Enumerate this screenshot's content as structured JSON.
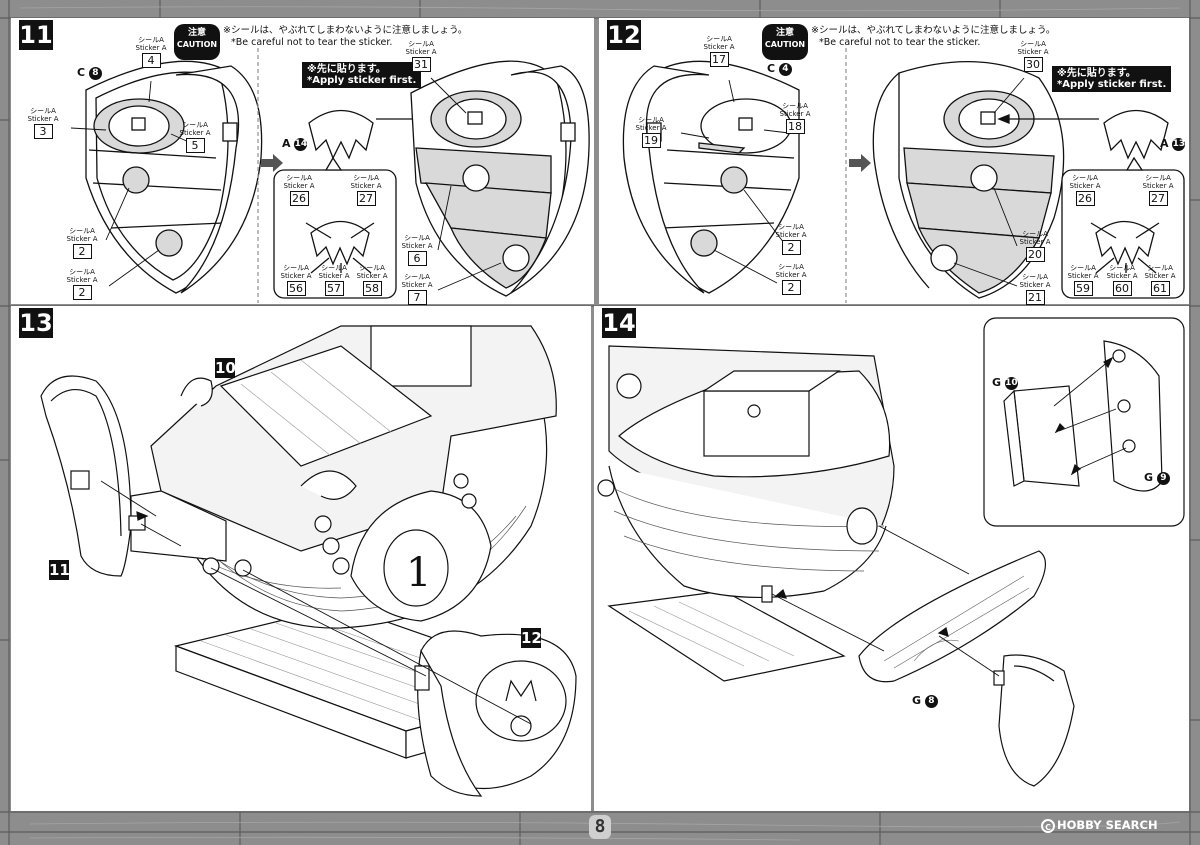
{
  "page_number": "8",
  "watermark": "HOBBY SEARCH",
  "step11": {
    "step": "11",
    "caution_jp": "注意",
    "caution_en": "CAUTION",
    "note_jp": "※シールは、やぶれてしまわないように注意しましょう。",
    "note_en": "*Be careful not to tear the sticker.",
    "part_letter": "C",
    "part_num": "8",
    "apply_jp": "※先に貼ります。",
    "apply_en": "*Apply sticker first.",
    "sub_part_letter": "A",
    "sub_part_num": "14",
    "stickers": [
      {
        "jp": "シールA",
        "en": "Sticker A",
        "num": "4"
      },
      {
        "jp": "シールA",
        "en": "Sticker A",
        "num": "3"
      },
      {
        "jp": "シールA",
        "en": "Sticker A",
        "num": "5"
      },
      {
        "jp": "シールA",
        "en": "Sticker A",
        "num": "2"
      },
      {
        "jp": "シールA",
        "en": "Sticker A",
        "num": "2"
      },
      {
        "jp": "シールA",
        "en": "Sticker A",
        "num": "31"
      },
      {
        "jp": "シールA",
        "en": "Sticker A",
        "num": "26"
      },
      {
        "jp": "シールA",
        "en": "Sticker A",
        "num": "27"
      },
      {
        "jp": "シールA",
        "en": "Sticker A",
        "num": "56"
      },
      {
        "jp": "シールA",
        "en": "Sticker A",
        "num": "57"
      },
      {
        "jp": "シールA",
        "en": "Sticker A",
        "num": "58"
      },
      {
        "jp": "シールA",
        "en": "Sticker A",
        "num": "6"
      },
      {
        "jp": "シールA",
        "en": "Sticker A",
        "num": "7"
      }
    ]
  },
  "step12": {
    "step": "12",
    "caution_jp": "注意",
    "caution_en": "CAUTION",
    "note_jp": "※シールは、やぶれてしまわないように注意しましょう。",
    "note_en": "*Be careful not to tear the sticker.",
    "part_letter": "C",
    "part_num": "4",
    "apply_jp": "※先に貼ります。",
    "apply_en": "*Apply sticker first.",
    "sub_part_letter": "A",
    "sub_part_num": "13",
    "stickers": [
      {
        "jp": "シールA",
        "en": "Sticker A",
        "num": "17"
      },
      {
        "jp": "シールA",
        "en": "Sticker A",
        "num": "19"
      },
      {
        "jp": "シールA",
        "en": "Sticker A",
        "num": "18"
      },
      {
        "jp": "シールA",
        "en": "Sticker A",
        "num": "2"
      },
      {
        "jp": "シールA",
        "en": "Sticker A",
        "num": "2"
      },
      {
        "jp": "シールA",
        "en": "Sticker A",
        "num": "30"
      },
      {
        "jp": "シールA",
        "en": "Sticker A",
        "num": "20"
      },
      {
        "jp": "シールA",
        "en": "Sticker A",
        "num": "21"
      },
      {
        "jp": "シールA",
        "en": "Sticker A",
        "num": "26"
      },
      {
        "jp": "シールA",
        "en": "Sticker A",
        "num": "27"
      },
      {
        "jp": "シールA",
        "en": "Sticker A",
        "num": "59"
      },
      {
        "jp": "シールA",
        "en": "Sticker A",
        "num": "60"
      },
      {
        "jp": "シールA",
        "en": "Sticker A",
        "num": "61"
      }
    ]
  },
  "step13": {
    "step": "13",
    "ref_a": "10",
    "ref_b": "11",
    "ref_c": "12"
  },
  "step14": {
    "step": "14",
    "parts": [
      {
        "letter": "G",
        "num": "10"
      },
      {
        "letter": "G",
        "num": "9"
      },
      {
        "letter": "G",
        "num": "8"
      }
    ]
  },
  "colors": {
    "background": "#8d8d8d",
    "panel": "#ffffff",
    "ink": "#111111",
    "sticker_fill": "#d9d9d9"
  }
}
